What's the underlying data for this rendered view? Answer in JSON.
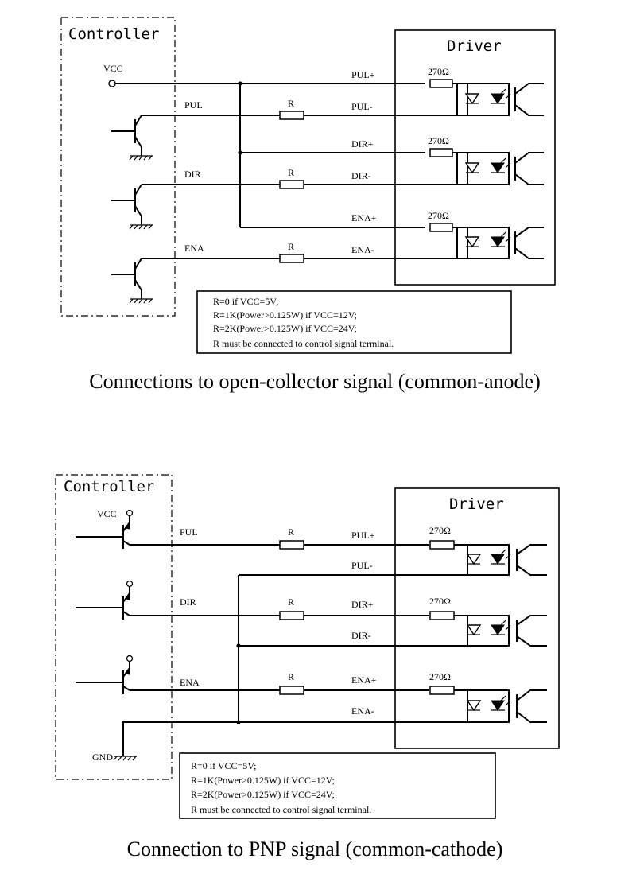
{
  "diagram1": {
    "controller_label": "Controller",
    "driver_label": "Driver",
    "vcc_label": "VCC",
    "signals": [
      {
        "ctrl": "PUL",
        "resistor": "R",
        "plus": "PUL+",
        "minus": "PUL-",
        "opto_resistor": "270Ω"
      },
      {
        "ctrl": "DIR",
        "resistor": "R",
        "plus": "DIR+",
        "minus": "DIR-",
        "opto_resistor": "270Ω"
      },
      {
        "ctrl": "ENA",
        "resistor": "R",
        "plus": "ENA+",
        "minus": "ENA-",
        "opto_resistor": "270Ω"
      }
    ],
    "notes": [
      "R=0 if VCC=5V;",
      "R=1K(Power>0.125W) if VCC=12V;",
      "R=2K(Power>0.125W) if VCC=24V;",
      "R must be connected to control signal terminal."
    ],
    "caption": "Connections to open-collector signal (common-anode)"
  },
  "diagram2": {
    "controller_label": "Controller",
    "driver_label": "Driver",
    "vcc_label": "VCC",
    "gnd_label": "GND",
    "signals": [
      {
        "ctrl": "PUL",
        "resistor": "R",
        "plus": "PUL+",
        "minus": "PUL-",
        "opto_resistor": "270Ω"
      },
      {
        "ctrl": "DIR",
        "resistor": "R",
        "plus": "DIR+",
        "minus": "DIR-",
        "opto_resistor": "270Ω"
      },
      {
        "ctrl": "ENA",
        "resistor": "R",
        "plus": "ENA+",
        "minus": "ENA-",
        "opto_resistor": "270Ω"
      }
    ],
    "notes": [
      "R=0 if VCC=5V;",
      "R=1K(Power>0.125W) if VCC=12V;",
      "R=2K(Power>0.125W) if VCC=24V;",
      "R must be connected to control signal terminal."
    ],
    "caption": "Connection to PNP signal (common-cathode)"
  }
}
